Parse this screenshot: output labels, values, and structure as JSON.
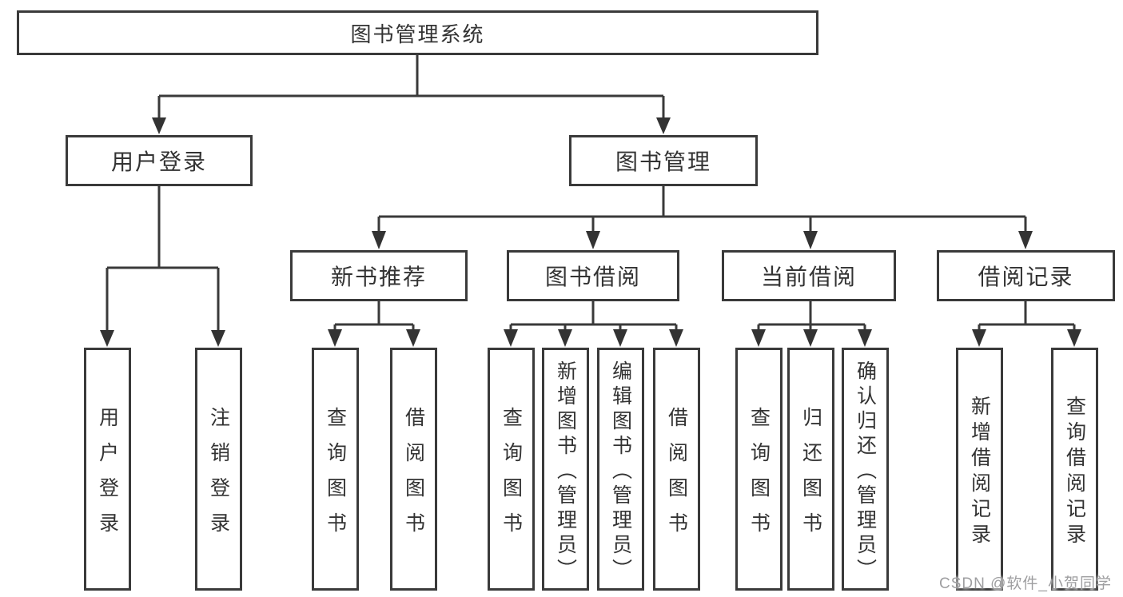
{
  "tree": {
    "label": "图书管理系统",
    "children": [
      {
        "label": "用户登录",
        "children": [
          {
            "label": "用户登录"
          },
          {
            "label": "注销登录"
          }
        ]
      },
      {
        "label": "图书管理",
        "children": [
          {
            "label": "新书推荐",
            "children": [
              {
                "label": "查询图书"
              },
              {
                "label": "借阅图书"
              }
            ]
          },
          {
            "label": "图书借阅",
            "children": [
              {
                "label": "查询图书"
              },
              {
                "label": "新增图书（管理员）"
              },
              {
                "label": "编辑图书（管理员）"
              },
              {
                "label": "借阅图书"
              }
            ]
          },
          {
            "label": "当前借阅",
            "children": [
              {
                "label": "查询图书"
              },
              {
                "label": "归还图书"
              },
              {
                "label": "确认归还（管理员）"
              }
            ]
          },
          {
            "label": "借阅记录",
            "children": [
              {
                "label": "新增借阅记录"
              },
              {
                "label": "查询借阅记录"
              }
            ]
          }
        ]
      }
    ]
  },
  "watermark": "CSDN @软件_小贺同学",
  "colors": {
    "border": "#3a3a3a",
    "line": "#3a3a3a",
    "arrow": "#333333",
    "text": "#333333",
    "watermark": "#9e9ea0",
    "background": "#ffffff"
  }
}
